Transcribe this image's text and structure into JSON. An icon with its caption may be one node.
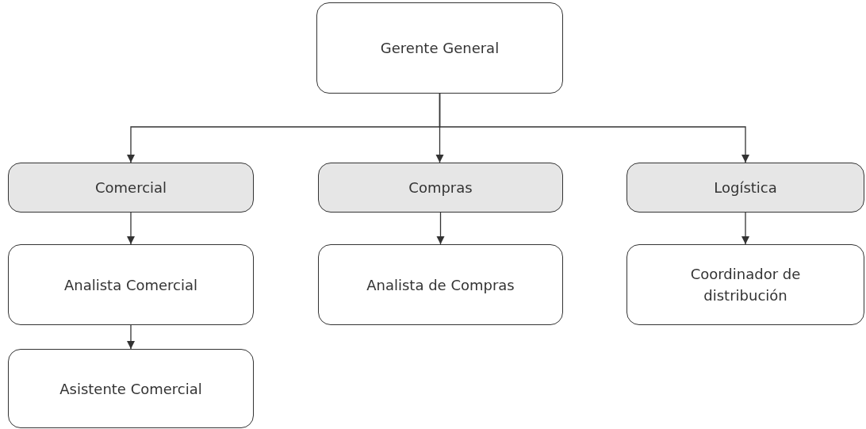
{
  "diagram": {
    "nodes": [
      {
        "text": [
          "Gerente General"
        ]
      },
      {
        "text": [
          "Comercial"
        ]
      },
      {
        "text": [
          "Compras"
        ]
      },
      {
        "text": [
          "Logística"
        ]
      },
      {
        "text": [
          "Analista Comercial"
        ]
      },
      {
        "text": [
          "Analista de Compras"
        ]
      },
      {
        "text": [
          "Coordinador de distribución"
        ]
      },
      {
        "text": [
          "Asistente Comercial"
        ]
      }
    ],
    "edges": [
      {
        "from": 0,
        "to": 1,
        "arrow": "to"
      },
      {
        "from": 0,
        "to": 2,
        "arrow": "to"
      },
      {
        "from": 0,
        "to": 3,
        "arrow": "to"
      },
      {
        "from": 1,
        "to": 4,
        "arrow": "to"
      },
      {
        "from": 4,
        "to": 7,
        "arrow": "to"
      },
      {
        "from": 2,
        "to": 5,
        "arrow": "to"
      },
      {
        "from": 3,
        "to": 6,
        "arrow": "to"
      }
    ]
  }
}
